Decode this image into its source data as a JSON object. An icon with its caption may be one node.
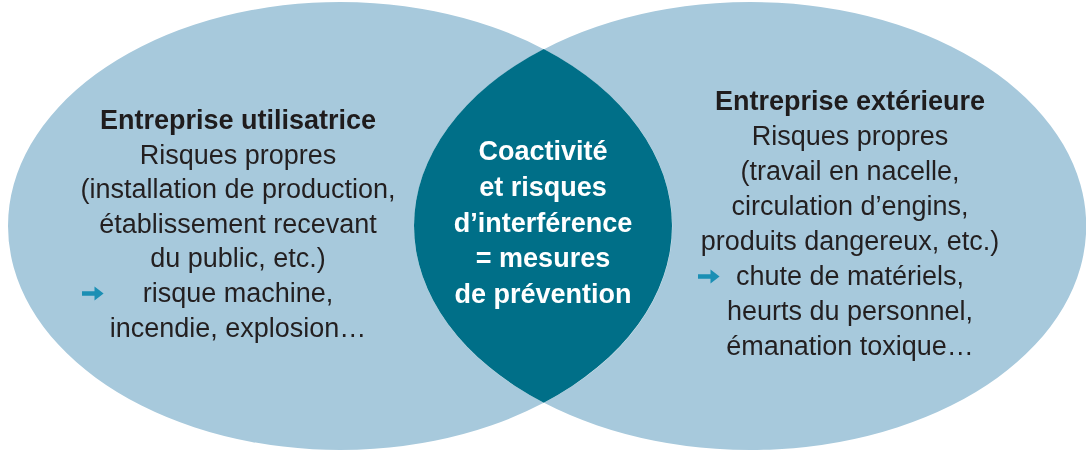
{
  "diagram": {
    "nodes": [
      {
        "text": [
          "Entreprise utilisatrice",
          "Risques propres",
          "(installation de production, établissement recevant du public, etc.)",
          "risque machine, incendie, explosion…"
        ]
      },
      {
        "text": [
          "Entreprise extérieure",
          "Risques propres",
          "(travail en nacelle, circulation d’engins, produits dangereux, etc.)",
          "chute de matériels, heurts du personnel, émanation toxique…"
        ]
      },
      {
        "text": [
          "Coactivité et risques d’interférence = mesures de prévention"
        ]
      }
    ]
  }
}
